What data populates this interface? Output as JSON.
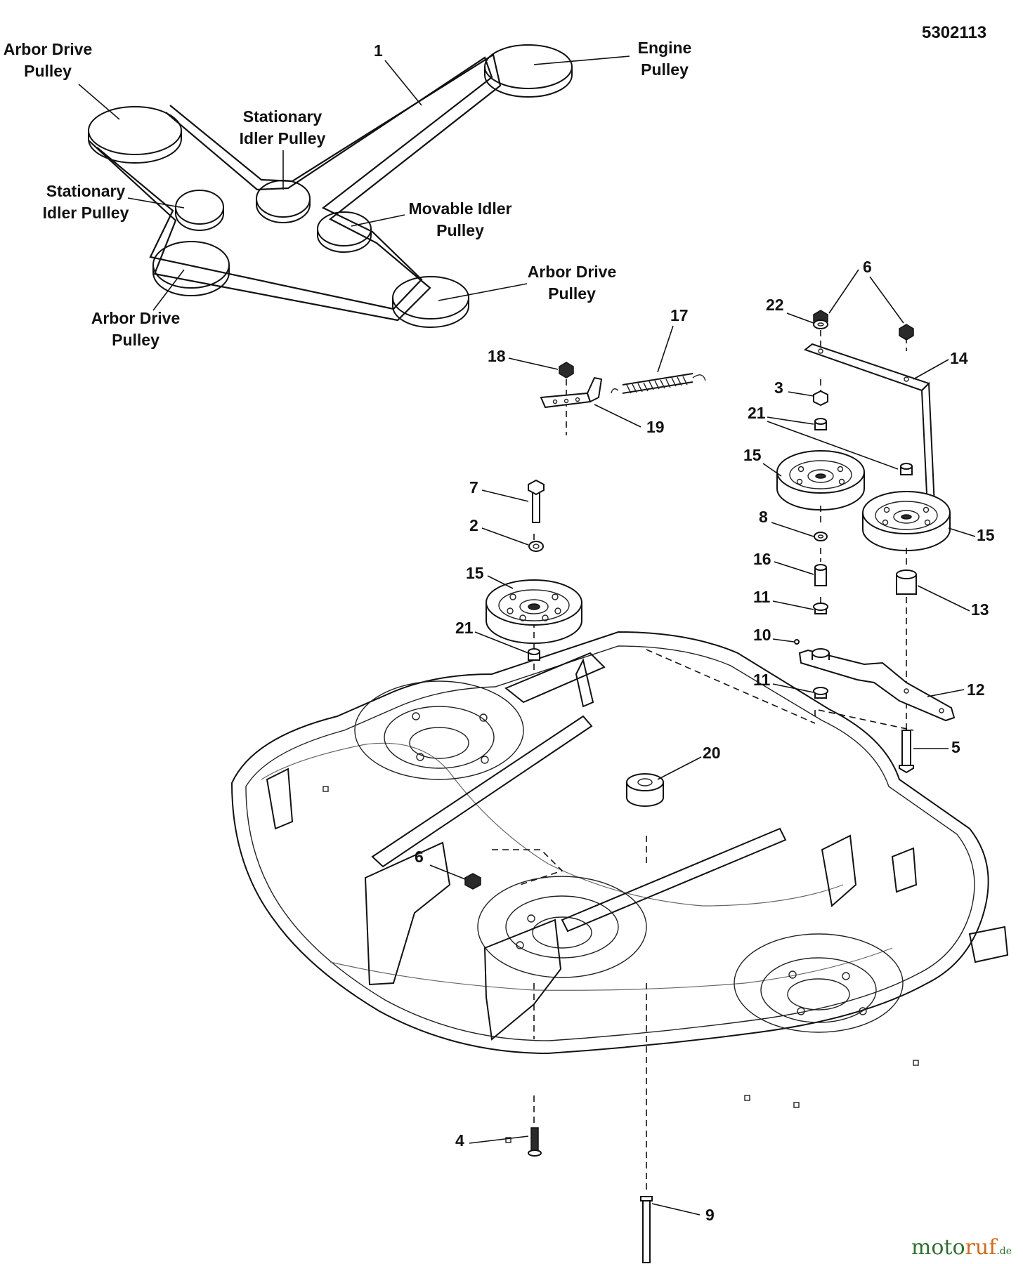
{
  "document": {
    "id": "5302113"
  },
  "belt_labels": {
    "arbor_drive_top_left": [
      "Arbor Drive",
      "Pulley"
    ],
    "engine": [
      "Engine",
      "Pulley"
    ],
    "stationary_idler_center": [
      "Stationary",
      "Idler Pulley"
    ],
    "stationary_idler_left": [
      "Stationary",
      "Idler Pulley"
    ],
    "movable_idler": [
      "Movable Idler",
      "Pulley"
    ],
    "arbor_drive_right": [
      "Arbor Drive",
      "Pulley"
    ],
    "arbor_drive_bottom_left": [
      "Arbor Drive",
      "Pulley"
    ]
  },
  "callouts": {
    "belt": "1",
    "washer_left": "2",
    "nut_right": "3",
    "screw_bottom": "4",
    "bolt_right": "5",
    "nut_top_right": "6",
    "nut_top_right_b": "6",
    "nut_deck": "6",
    "bolt_left": "7",
    "washer_right": "8",
    "pin_bottom": "9",
    "ball": "10",
    "bushing_upper": "11",
    "bushing_lower": "11",
    "idler_arm": "12",
    "spacer_right": "13",
    "bracket_arm": "14",
    "pulley_left": "15",
    "pulley_right_a": "15",
    "pulley_right_b": "15",
    "spacer_16": "16",
    "spring": "17",
    "nut_18": "18",
    "bracket_19": "19",
    "bumper": "20",
    "bushing_left": "21",
    "bushing_right": "21",
    "washer_22": "22"
  },
  "watermark": {
    "part1": "moto",
    "part2": "ruf",
    "part3": ".de"
  }
}
